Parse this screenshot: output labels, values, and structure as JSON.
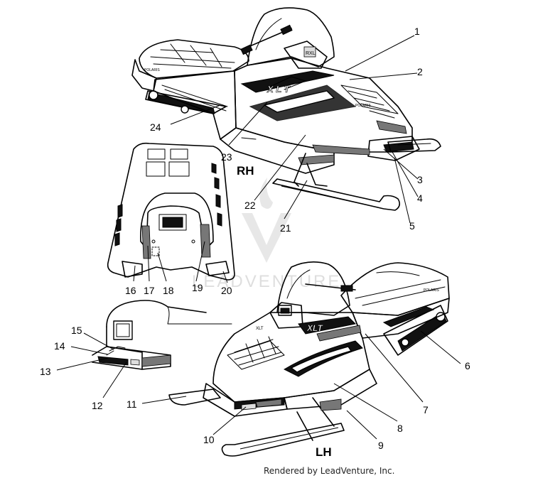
{
  "views": {
    "right_hand": "RH",
    "left_hand": "LH"
  },
  "callouts": [
    "1",
    "2",
    "3",
    "4",
    "5",
    "6",
    "7",
    "8",
    "9",
    "10",
    "11",
    "12",
    "13",
    "14",
    "15",
    "16",
    "17",
    "18",
    "19",
    "20",
    "21",
    "22",
    "23",
    "24"
  ],
  "watermark": "LEADVENTURE",
  "footer": "Rendered by LeadVenture, Inc.",
  "colors": {
    "line": "#000000",
    "background": "#ffffff",
    "watermark": "#c9c9c9"
  }
}
